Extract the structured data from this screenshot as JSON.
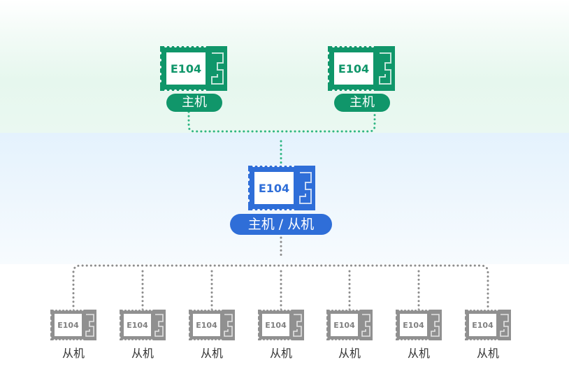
{
  "colors": {
    "master": "#10966a",
    "hub": "#2f6ed8",
    "slave": "#909090",
    "link_green": "#2fb683",
    "link_gray": "#8c8c8c"
  },
  "masters": [
    {
      "chip": "E104",
      "label": "主机"
    },
    {
      "chip": "E104",
      "label": "主机"
    }
  ],
  "hub": {
    "chip": "E104",
    "label": "主机 / 从机"
  },
  "slaves": [
    {
      "chip": "E104",
      "label": "从机"
    },
    {
      "chip": "E104",
      "label": "从机"
    },
    {
      "chip": "E104",
      "label": "从机"
    },
    {
      "chip": "E104",
      "label": "从机"
    },
    {
      "chip": "E104",
      "label": "从机"
    },
    {
      "chip": "E104",
      "label": "从机"
    },
    {
      "chip": "E104",
      "label": "从机"
    }
  ]
}
